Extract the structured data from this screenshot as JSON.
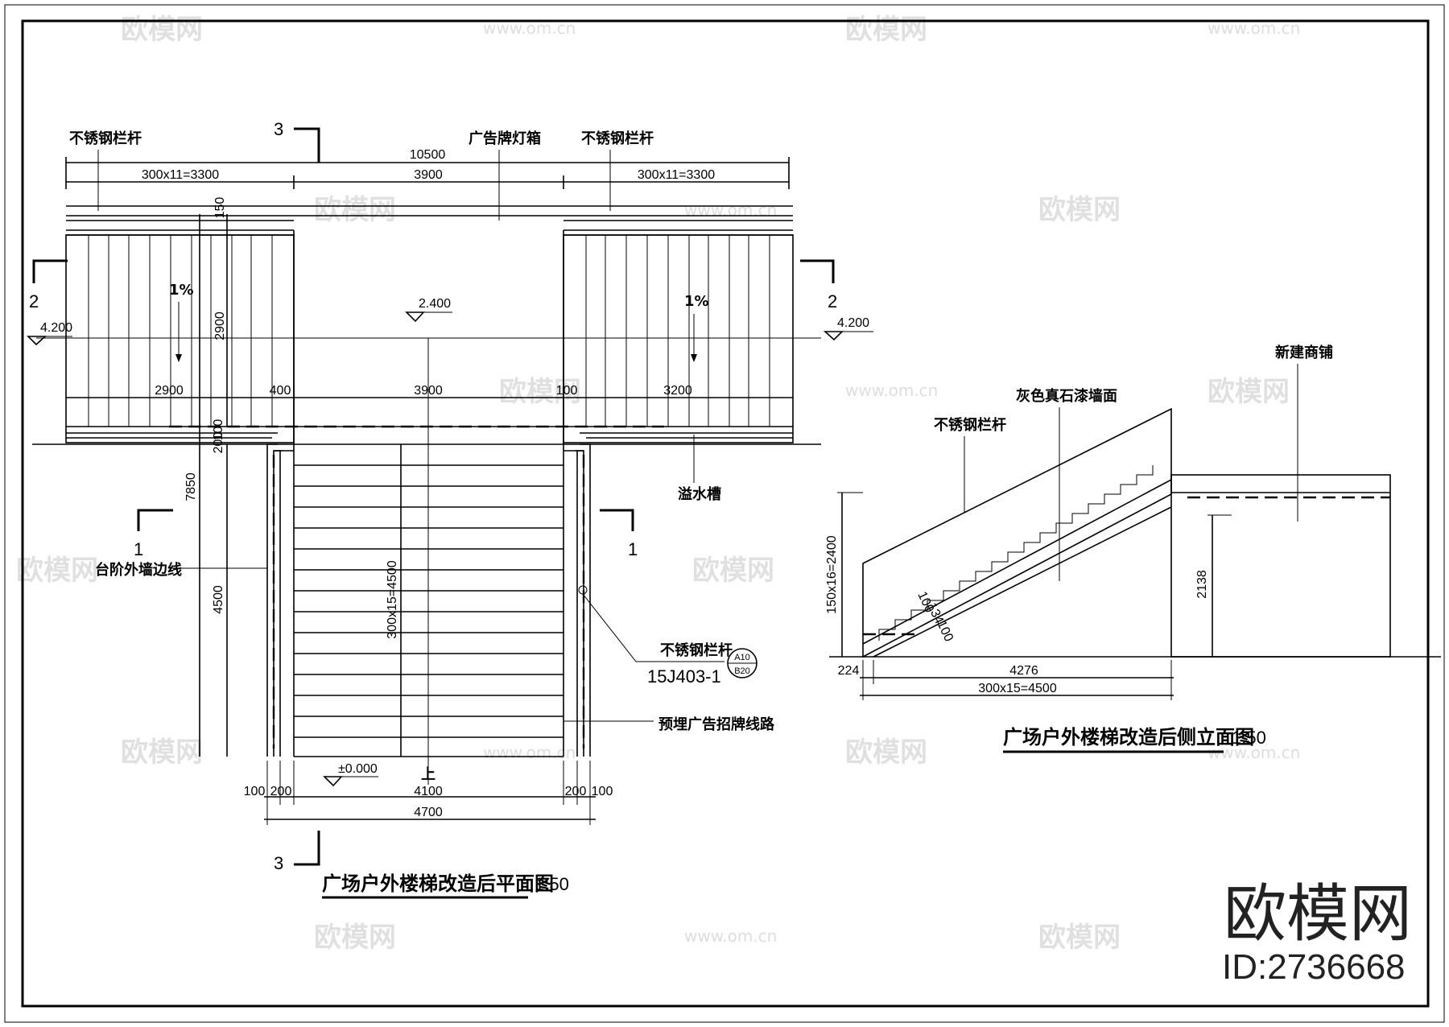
{
  "plan": {
    "title": "广场户外楼梯改造后平面图",
    "scale": "1:50",
    "labels": {
      "railing_left": "不锈钢栏杆",
      "lightbox": "广告牌灯箱",
      "railing_right": "不锈钢栏杆",
      "wall_edge": "台阶外墙边线",
      "gutter": "溢水槽",
      "railing_ref": "不锈钢栏杆",
      "ref_code": "15J403-1",
      "ref_top": "A10",
      "ref_bottom": "B20",
      "conduit": "预埋广告招牌线路",
      "up": "上"
    },
    "dims": {
      "total_top": "10500",
      "seg_left": "300x11=3300",
      "seg_mid": "3900",
      "seg_right": "300x11=3300",
      "d150": "150",
      "d2900v": "2900",
      "slope_left": "1%",
      "slope_right": "1%",
      "d2900h": "2900",
      "d400": "400",
      "d3900": "3900",
      "d100": "100",
      "d3200": "3200",
      "d100v": "100",
      "d200v": "200",
      "d7850": "7850",
      "d4500": "4500",
      "stairs": "300x15=4500",
      "b100l": "100",
      "b200l": "200",
      "b4100": "4100",
      "b200r": "200",
      "b100r": "100",
      "b4700": "4700"
    },
    "levels": {
      "left": "4.200",
      "mid": "2.400",
      "right": "4.200",
      "ground": "±0.000"
    },
    "sections": {
      "s3_top": "3",
      "s3_bottom": "3",
      "s2_left": "2",
      "s2_right": "2",
      "s1_left": "1",
      "s1_right": "1"
    }
  },
  "elevation": {
    "title": "广场户外楼梯改造后侧立面图",
    "scale": "1:50",
    "labels": {
      "shop": "新建商铺",
      "stone": "灰色真石漆墙面",
      "railing": "不锈钢栏杆"
    },
    "dims": {
      "height": "150x16=2400",
      "h2138": "2138",
      "d100a": "100",
      "d134": "134",
      "d100b": "100",
      "d224": "224",
      "d4276": "4276",
      "stairs": "300x15=4500"
    }
  },
  "watermark": {
    "brand": "欧模网",
    "site": "www.om.cn",
    "id": "ID:2736668"
  }
}
